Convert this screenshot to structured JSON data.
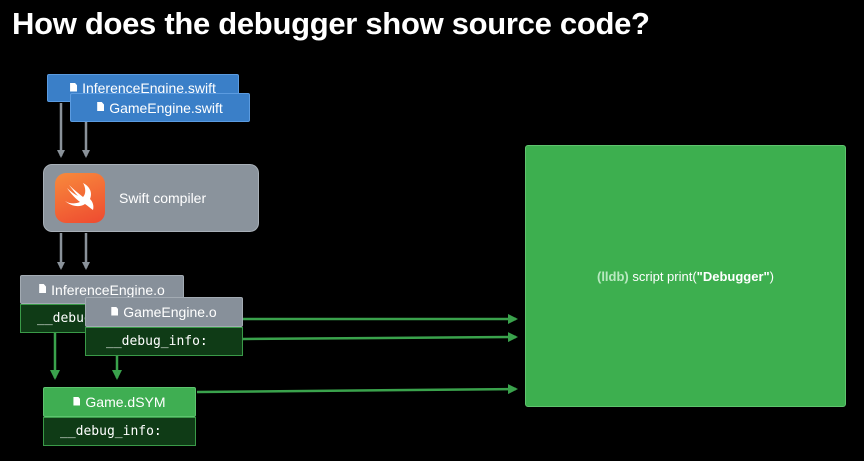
{
  "title": "How does the debugger show source code?",
  "sources": {
    "file1": "InferenceEngine.swift",
    "file2": "GameEngine.swift"
  },
  "compiler": {
    "label": "Swift compiler",
    "logo_icon": "swift-logo-icon"
  },
  "objects": {
    "obj1": "InferenceEngine.o",
    "obj1_debug": "__debug_info:",
    "obj2": "GameEngine.o",
    "obj2_debug": "__debug_info:"
  },
  "dsym": {
    "name": "Game.dSYM",
    "debug": "__debug_info:"
  },
  "panel": {
    "prompt": "(lldb)",
    "command_prefix": "script print(",
    "command_arg": "\"Debugger\"",
    "command_suffix": ")"
  },
  "colors": {
    "background": "#000000",
    "source_blue": "#3a7fc8",
    "object_gray": "#87909a",
    "green": "#3fae52",
    "dark_green": "#0f3b16",
    "gray_arrow": "#8a929a",
    "green_arrow": "#3aa24c"
  }
}
